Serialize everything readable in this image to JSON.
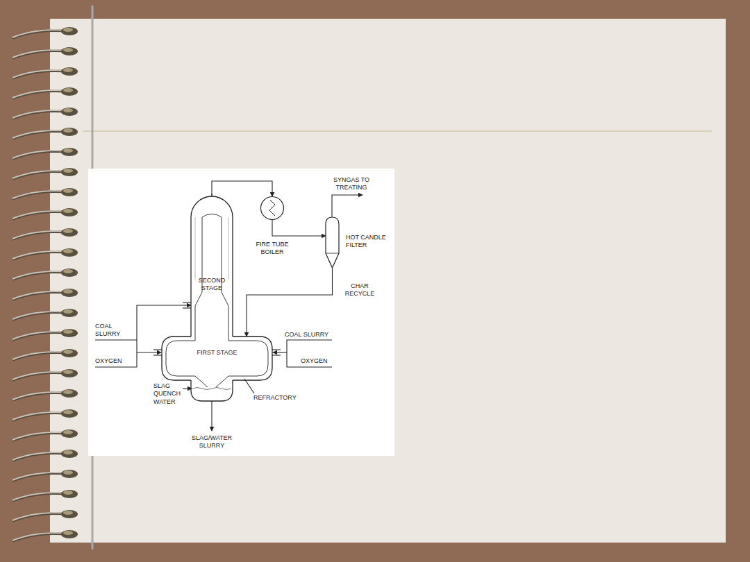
{
  "diagram": {
    "nodes": [
      {
        "text": [
          "SECOND STAGE"
        ]
      },
      {
        "text": [
          "FIRST STAGE"
        ]
      },
      {
        "text": [
          "FIRE TUBE BOILER"
        ]
      },
      {
        "text": [
          "HOT CANDLE FILTER"
        ]
      }
    ],
    "edges": [
      {
        "from": 0,
        "to": 2,
        "arrow": "to"
      },
      {
        "from": 2,
        "to": 3,
        "arrow": "to"
      },
      {
        "from": 3,
        "to": 1,
        "label": "CHAR RECYCLE",
        "arrow": "to"
      }
    ],
    "labels": [
      "SYNGAS TO TREATING",
      "COAL SLURRY",
      "OXYGEN",
      "COAL SLURRY",
      "OXYGEN",
      "SLAG QUENCH WATER",
      "REFRACTORY",
      "SLAG/WATER SLURRY"
    ]
  }
}
